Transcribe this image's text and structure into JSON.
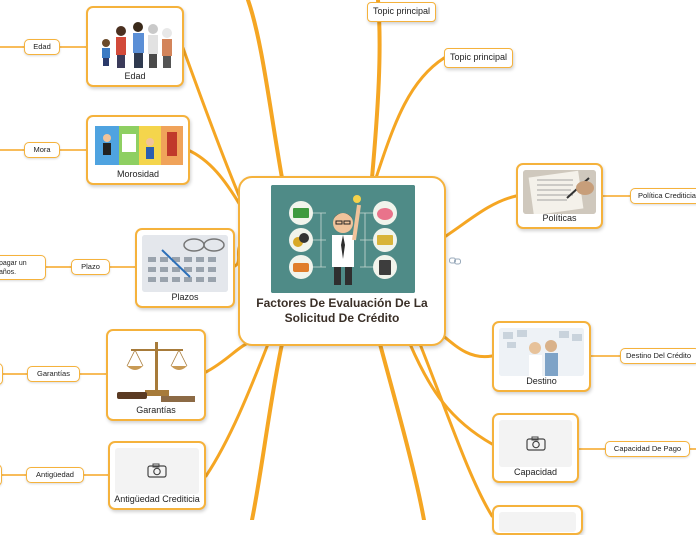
{
  "central": {
    "title": "Factores De Evaluación De La Solicitud De Crédito"
  },
  "topics": [
    {
      "label": "Topic principal"
    },
    {
      "label": "Topic principal"
    }
  ],
  "left_nodes": [
    {
      "label": "Edad",
      "tag": "Edad"
    },
    {
      "label": "Morosidad",
      "tag": "Mora"
    },
    {
      "label": "Plazos",
      "tag": "Plazo",
      "edge_text": "pagar un\naños."
    },
    {
      "label": "Garantías",
      "tag": "Garantías"
    },
    {
      "label": "Antigüedad Crediticia",
      "tag": "Antigüedad"
    }
  ],
  "right_nodes": [
    {
      "label": "Políticas",
      "tag": "Política Crediticia"
    },
    {
      "label": "Destino",
      "tag": "Destino Del Crédito"
    },
    {
      "label": "Capacidad",
      "tag": "Capacidad De Pago"
    }
  ],
  "colors": {
    "branch": "#f5a623",
    "border": "#f5b23c",
    "hero_bg": "#4f8b87"
  }
}
